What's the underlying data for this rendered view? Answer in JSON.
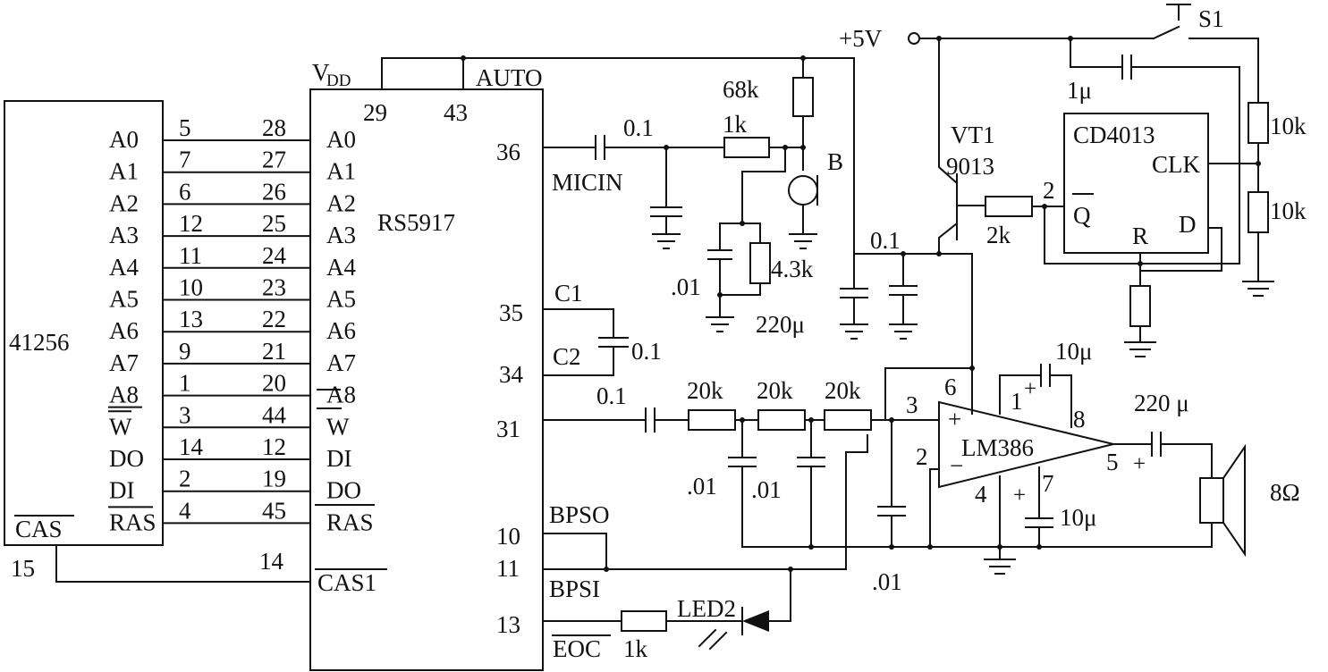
{
  "left_chip": {
    "name": "41256",
    "pins": [
      "A0",
      "A1",
      "A2",
      "A3",
      "A4",
      "A5",
      "A6",
      "A7",
      "A8",
      "W",
      "DO",
      "DI",
      "RAS"
    ],
    "cas_label": "CAS",
    "cas_pin": "15"
  },
  "wires": [
    {
      "left_pin": "5",
      "right_pin": "28"
    },
    {
      "left_pin": "7",
      "right_pin": "27"
    },
    {
      "left_pin": "6",
      "right_pin": "26"
    },
    {
      "left_pin": "12",
      "right_pin": "25"
    },
    {
      "left_pin": "11",
      "right_pin": "24"
    },
    {
      "left_pin": "10",
      "right_pin": "23"
    },
    {
      "left_pin": "13",
      "right_pin": "22"
    },
    {
      "left_pin": "9",
      "right_pin": "21"
    },
    {
      "left_pin": "1",
      "right_pin": "20"
    },
    {
      "left_pin": "3",
      "right_pin": "44"
    },
    {
      "left_pin": "14",
      "right_pin": "12"
    },
    {
      "left_pin": "2",
      "right_pin": "19"
    },
    {
      "left_pin": "4",
      "right_pin": "45"
    }
  ],
  "main_chip": {
    "name": "RS5917",
    "vdd": "V",
    "vdd_sub": "DD",
    "auto": "AUTO",
    "pin_29": "29",
    "pin_43": "43",
    "inputs": [
      "A0",
      "A1",
      "A2",
      "A3",
      "A4",
      "A5",
      "A6",
      "A7",
      "A8",
      "W",
      "DI",
      "DO",
      "RAS"
    ],
    "cas1": "CAS1",
    "cas1_pin": "14",
    "pin_36": "36",
    "micin": "MICIN",
    "pin_35": "35",
    "c1": "C1",
    "pin_34": "34",
    "c2": "C2",
    "pin_31": "31",
    "pin_10": "10",
    "bpso": "BPSO",
    "pin_11": "11",
    "bpsi": "BPSI",
    "pin_13": "13",
    "eoc": "EOC"
  },
  "mic_section": {
    "cap_in": "0.1",
    "r_1k": "1k",
    "r_68k": "68k",
    "mic_label": "B",
    "r_4_3k": "4.3k",
    "cap_01": ".01",
    "cap_220u": "220μ",
    "cap_c12": "0.1"
  },
  "supply": {
    "label": "+5V"
  },
  "switch_label": "S1",
  "flipflop": {
    "name": "CD4013",
    "clk": "CLK",
    "q": "Q",
    "q_pin": "2",
    "r": "R",
    "d": "D",
    "cap_1u": "1μ",
    "r_10k_a": "10k",
    "r_10k_b": "10k"
  },
  "transistor": {
    "name": "VT1",
    "part": "9013",
    "r_2k": "2k",
    "cap_01": "0.1"
  },
  "filter": {
    "cap_in": "0.1",
    "r1": "20k",
    "r2": "20k",
    "r3": "20k",
    "c1": ".01",
    "c2": ".01",
    "c3": ".01"
  },
  "amp": {
    "name": "LM386",
    "pin_plus": "3",
    "pin_minus": "2",
    "pin_6": "6",
    "pin_1": "1",
    "pin_8": "8",
    "pin_5": "5",
    "pin_4": "4",
    "pin_7": "7",
    "plus": "+",
    "minus": "−",
    "cap_gain": "10μ",
    "cap_bypass": "10μ",
    "cap_out": "220 μ",
    "speaker": "8Ω"
  },
  "led": {
    "r": "1k",
    "name": "LED2"
  }
}
